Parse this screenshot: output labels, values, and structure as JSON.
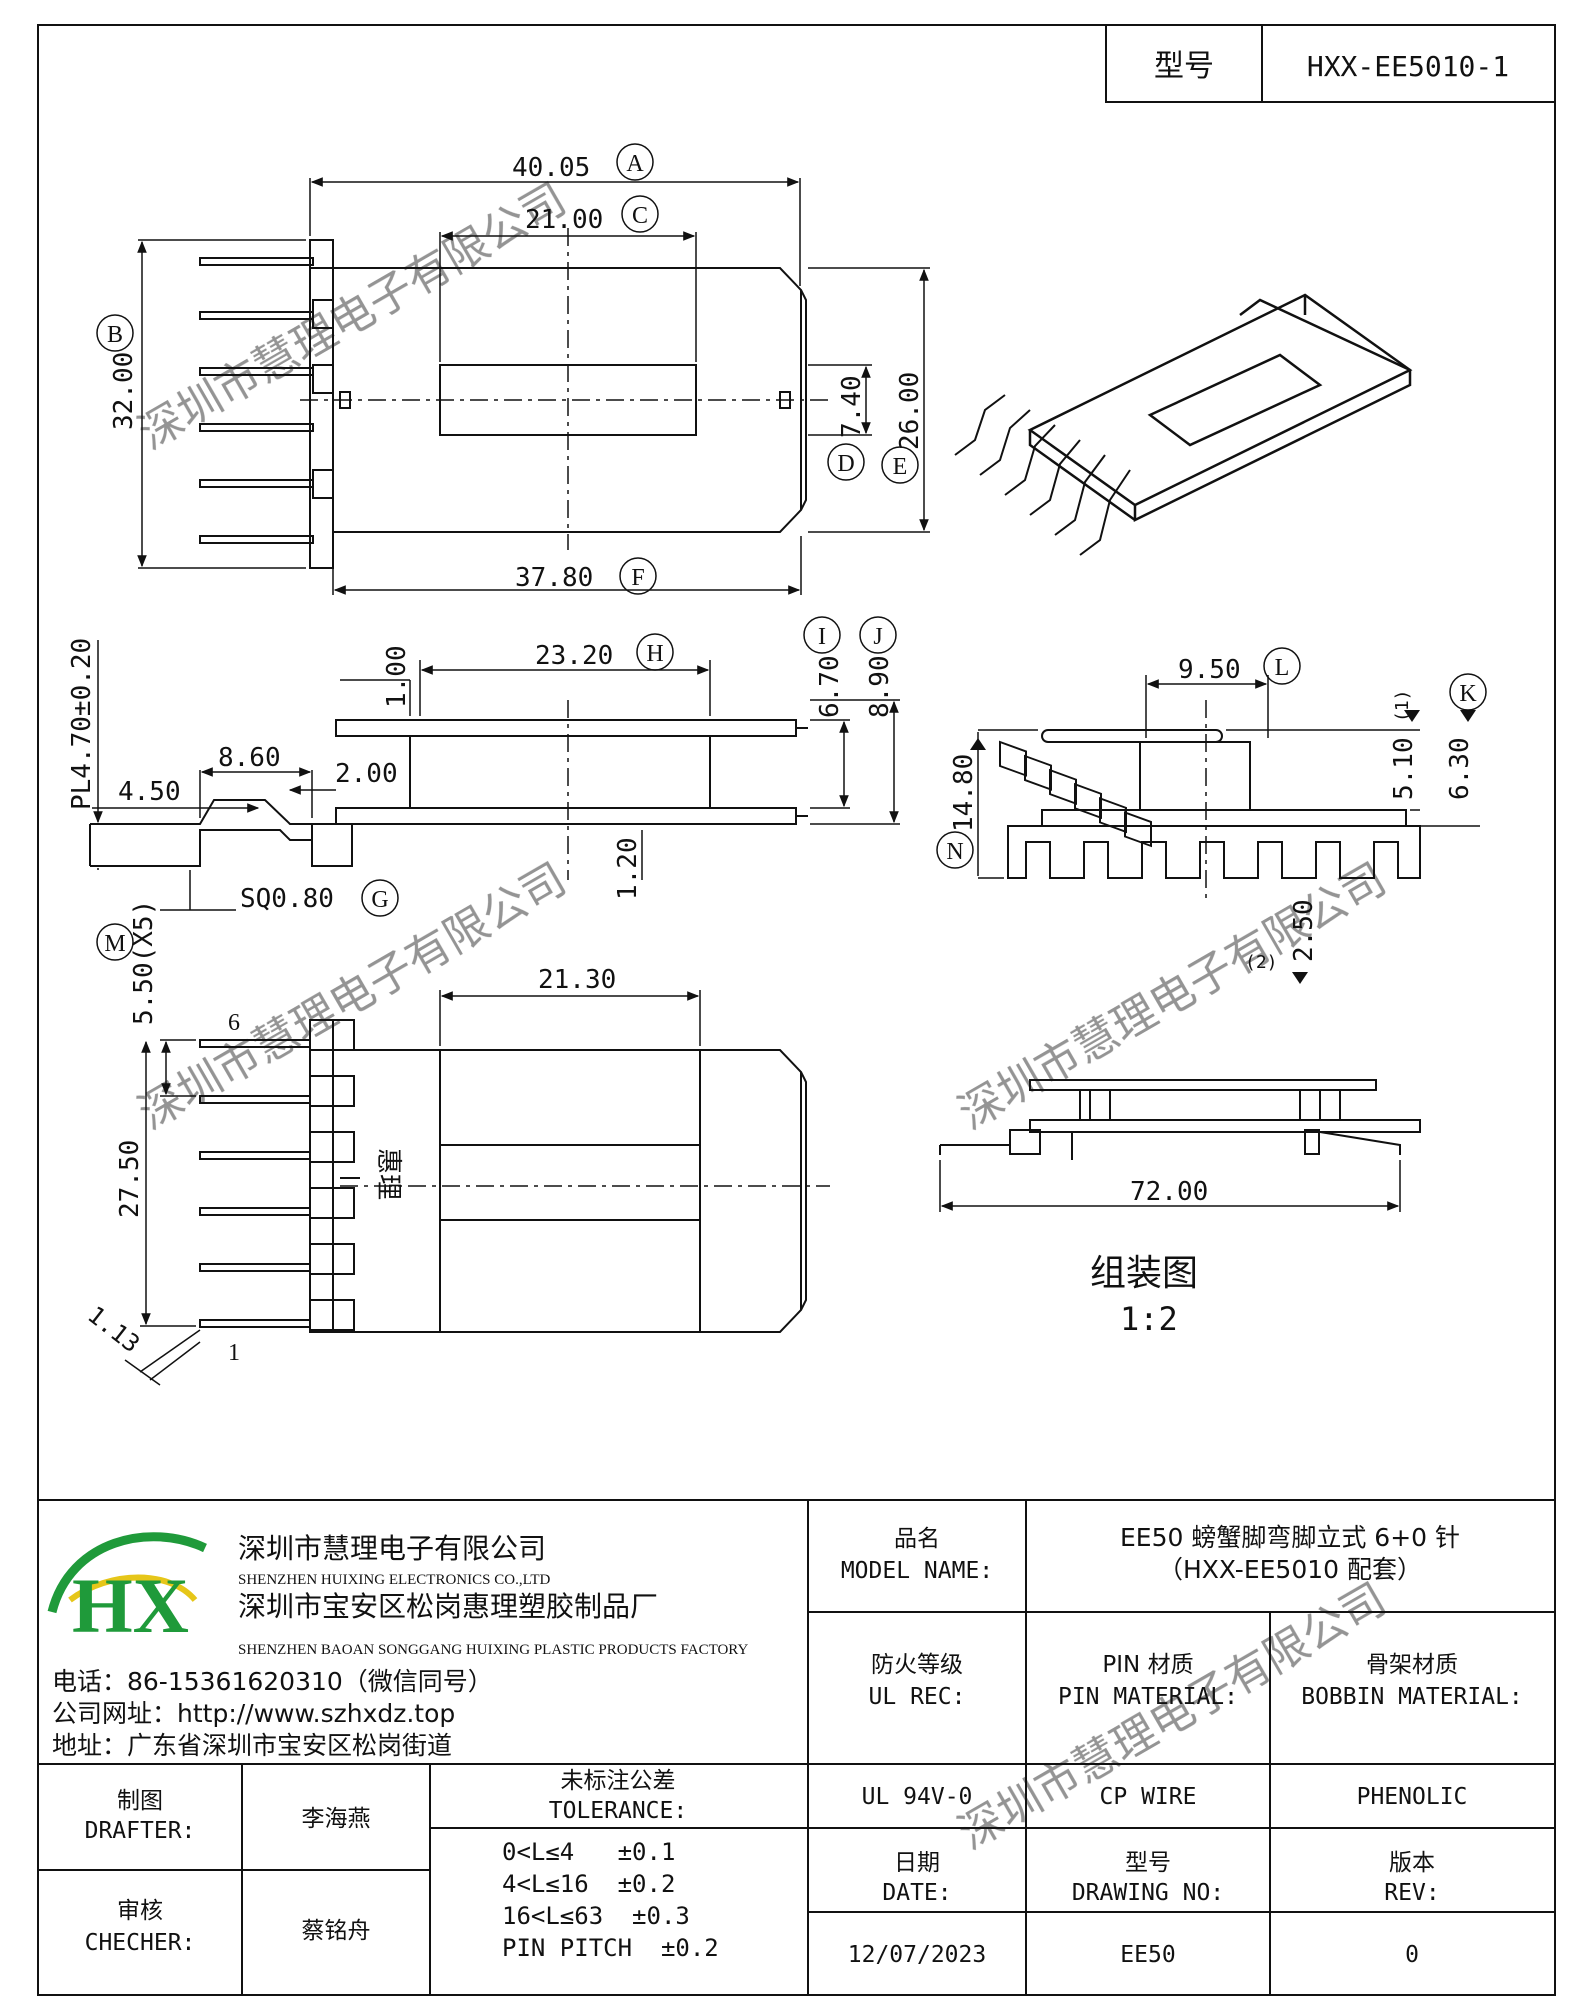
{
  "header": {
    "model_label": "型号",
    "model_value": "HXX-EE5010-1"
  },
  "dims_top": {
    "A": "40.05",
    "A_tag": "A",
    "C": "21.00",
    "C_tag": "C",
    "B": "32.00",
    "B_tag": "B",
    "D": "7.40",
    "D_tag": "D",
    "E": "26.00",
    "E_tag": "E",
    "F": "37.80",
    "F_tag": "F"
  },
  "dims_side": {
    "H": "23.20",
    "H_tag": "H",
    "I_tag": "I",
    "I": "6.70",
    "J_tag": "J",
    "J": "8.90",
    "d100": "1.00",
    "pl": "PL4.70±0.20",
    "d860": "8.60",
    "d450": "4.50",
    "d200": "2.00",
    "d120": "1.20",
    "G": "SQ0.80",
    "G_tag": "G"
  },
  "dims_front": {
    "L": "9.50",
    "L_tag": "L",
    "K_tag": "K",
    "K": "6.30",
    "n1": "(1)",
    "d510": "5.10",
    "N_tag": "N",
    "N": "14.80",
    "n2": "(2)",
    "d250": "2.50"
  },
  "dims_bottom": {
    "M_tag": "M",
    "M": "5.50(X5)",
    "d2130": "21.30",
    "pin6": "6",
    "pin1": "1",
    "d2750": "27.50",
    "d113": "1.13",
    "mark": "惠理"
  },
  "assembly": {
    "d7200": "72.00",
    "title": "组装图",
    "scale": "1:2"
  },
  "watermark": "深圳市慧理电子有限公司",
  "company": {
    "name_cn": "深圳市慧理电子有限公司",
    "name_en": "SHENZHEN HUIXING ELECTRONICS CO.,LTD",
    "factory_cn": "深圳市宝安区松岗惠理塑胶制品厂",
    "factory_en": "SHENZHEN BAOAN SONGGANG HUIXING PLASTIC PRODUCTS FACTORY",
    "phone": "电话：86-15361620310（微信同号）",
    "website": "公司网址：http://www.szhxdz.top",
    "address": "地址：广东省深圳市宝安区松岗街道",
    "logo_text": "HX",
    "colors": {
      "green": "#1f9a3a",
      "yellow": "#e6c619"
    }
  },
  "title_block": {
    "model_name_cn": "品名",
    "model_name_en": "MODEL NAME:",
    "product_line1": "EE50 螃蟹脚弯脚立式 6+0 针",
    "product_line2": "（HXX-EE5010 配套）",
    "ul_cn": "防火等级",
    "ul_en": "UL REC:",
    "pin_cn": "PIN 材质",
    "pin_en": "PIN MATERIAL:",
    "bobbin_cn": "骨架材质",
    "bobbin_en": "BOBBIN MATERIAL:",
    "ul_value": "UL 94V-0",
    "pin_value": "CP WIRE",
    "bobbin_value": "PHENOLIC",
    "drafter_cn": "制图",
    "drafter_en": "DRAFTER:",
    "drafter_name": "李海燕",
    "checker_cn": "审核",
    "checker_en": "CHECHER:",
    "checker_name": "蔡铭舟",
    "tol_cn": "未标注公差",
    "tol_en": "TOLERANCE:",
    "tol1": "0<L≤4   ±0.1",
    "tol2": "4<L≤16  ±0.2",
    "tol3": "16<L≤63  ±0.3",
    "tol4": "PIN PITCH  ±0.2",
    "date_cn": "日期",
    "date_en": "DATE:",
    "date_value": "12/07/2023",
    "dwg_cn": "型号",
    "dwg_en": "DRAWING NO:",
    "dwg_value": "EE50",
    "rev_cn": "版本",
    "rev_en": "REV:",
    "rev_value": "0"
  }
}
